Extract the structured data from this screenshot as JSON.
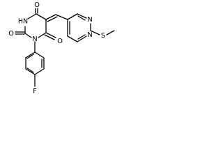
{
  "structure": {
    "atoms": {
      "o_top": "O",
      "o_left": "O",
      "o_bottom": "O",
      "nh": "HN",
      "n_ring1": "N",
      "n_pyr_top": "N",
      "n_pyr_bottom": "N",
      "s": "S",
      "f": "F"
    },
    "colors": {
      "bond": "#000000",
      "text": "#000000",
      "background": "#ffffff"
    }
  }
}
